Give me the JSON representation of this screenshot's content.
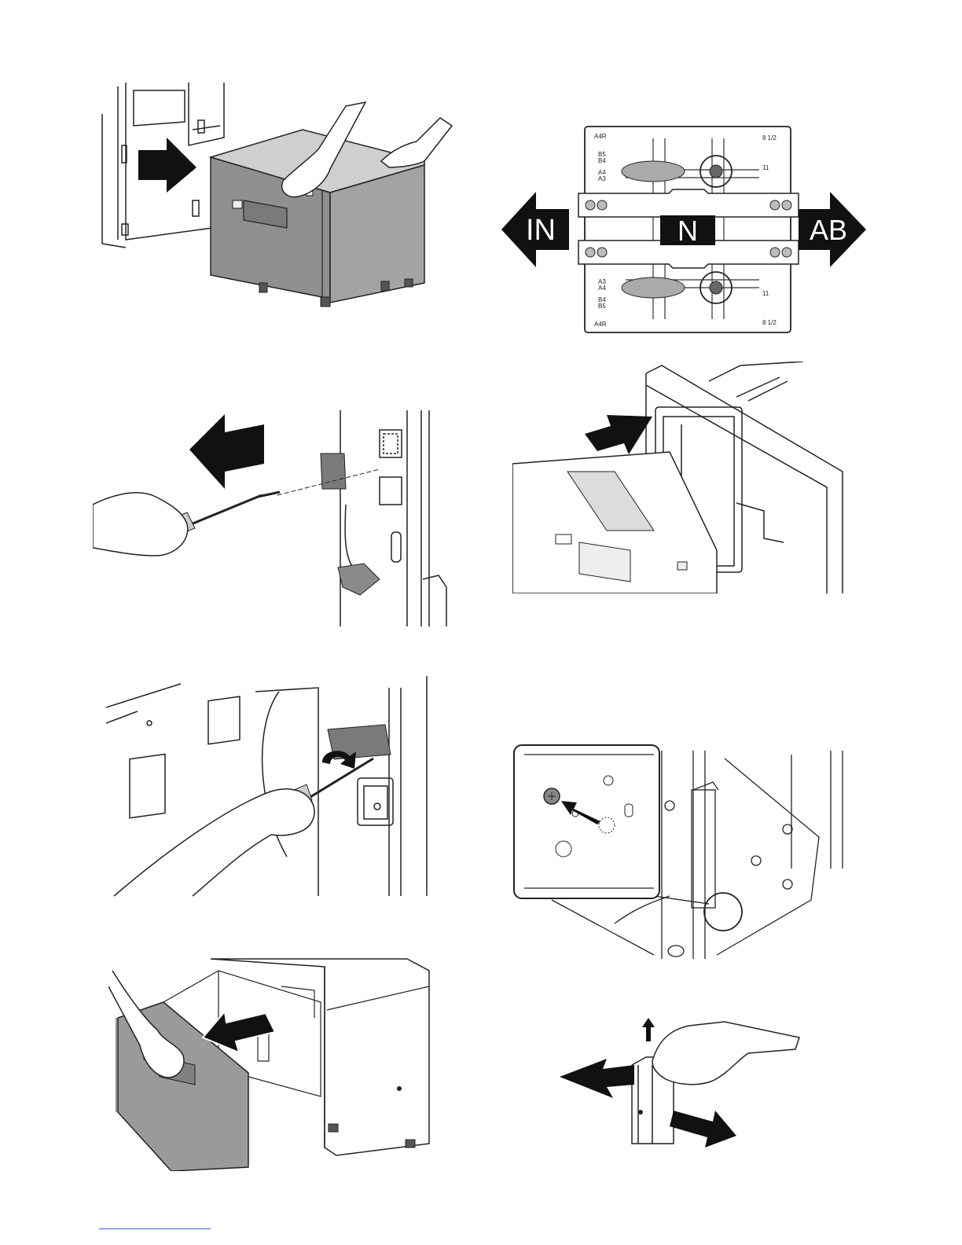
{
  "guide_diagram": {
    "left_arrow_label": "IN",
    "center_label": "N",
    "right_arrow_label": "AB",
    "upper_left_sizes": [
      "A4R",
      "B5",
      "B4",
      "A4",
      "A3"
    ],
    "upper_right_sizes": [
      "8 1/2",
      "11"
    ],
    "lower_left_sizes": [
      "A3",
      "A4",
      "B4",
      "B5",
      "A4R"
    ],
    "lower_right_sizes": [
      "11",
      "8 1/2"
    ]
  },
  "colors": {
    "line": "#222222",
    "cabinet_gray": "#9a9a9a",
    "arrow_black": "#111111",
    "footer_link": "#3a5fcd"
  }
}
